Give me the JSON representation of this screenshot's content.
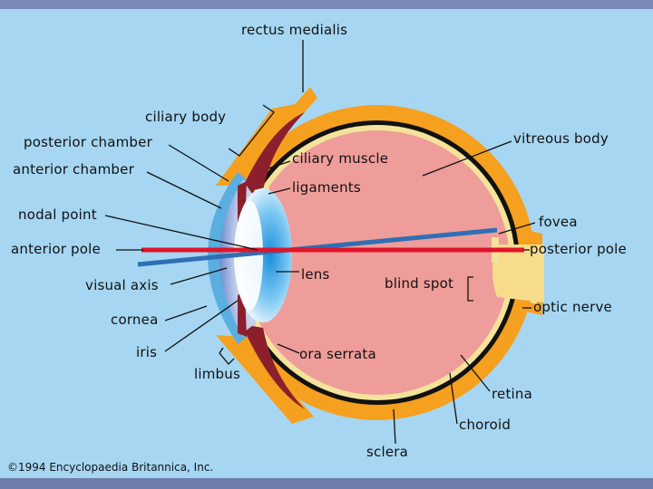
{
  "colors": {
    "background": "#a6d6f2",
    "frame": "#7a89b8",
    "sclera": "#f5a01e",
    "choroid": "#111111",
    "retina": "#f4e39a",
    "vitreous": "#ef9d9a",
    "cornea": "#5aaee0",
    "lens": "#1e90d8",
    "muscle": "#8c1f2b",
    "optic_nerve": "#f7dc8c",
    "axis_red": "#e0142a",
    "axis_blue": "#2f6fb6"
  },
  "labels": {
    "rectus_medialis": "rectus medialis",
    "ciliary_body": "ciliary body",
    "posterior_chamber": "posterior chamber",
    "anterior_chamber": "anterior chamber",
    "nodal_point": "nodal point",
    "anterior_pole": "anterior pole",
    "visual_axis": "visual axis",
    "cornea": "cornea",
    "iris": "iris",
    "limbus": "limbus",
    "ciliary_muscle": "ciliary muscle",
    "ligaments": "ligaments",
    "lens": "lens",
    "ora_serrata": "ora serrata",
    "vitreous_body": "vitreous body",
    "fovea": "fovea",
    "posterior_pole": "posterior pole",
    "blind_spot": "blind spot",
    "optic_nerve": "optic nerve",
    "retina": "retina",
    "choroid": "choroid",
    "sclera": "sclera"
  },
  "copyright": "©1994 Encyclopaedia Britannica, Inc."
}
